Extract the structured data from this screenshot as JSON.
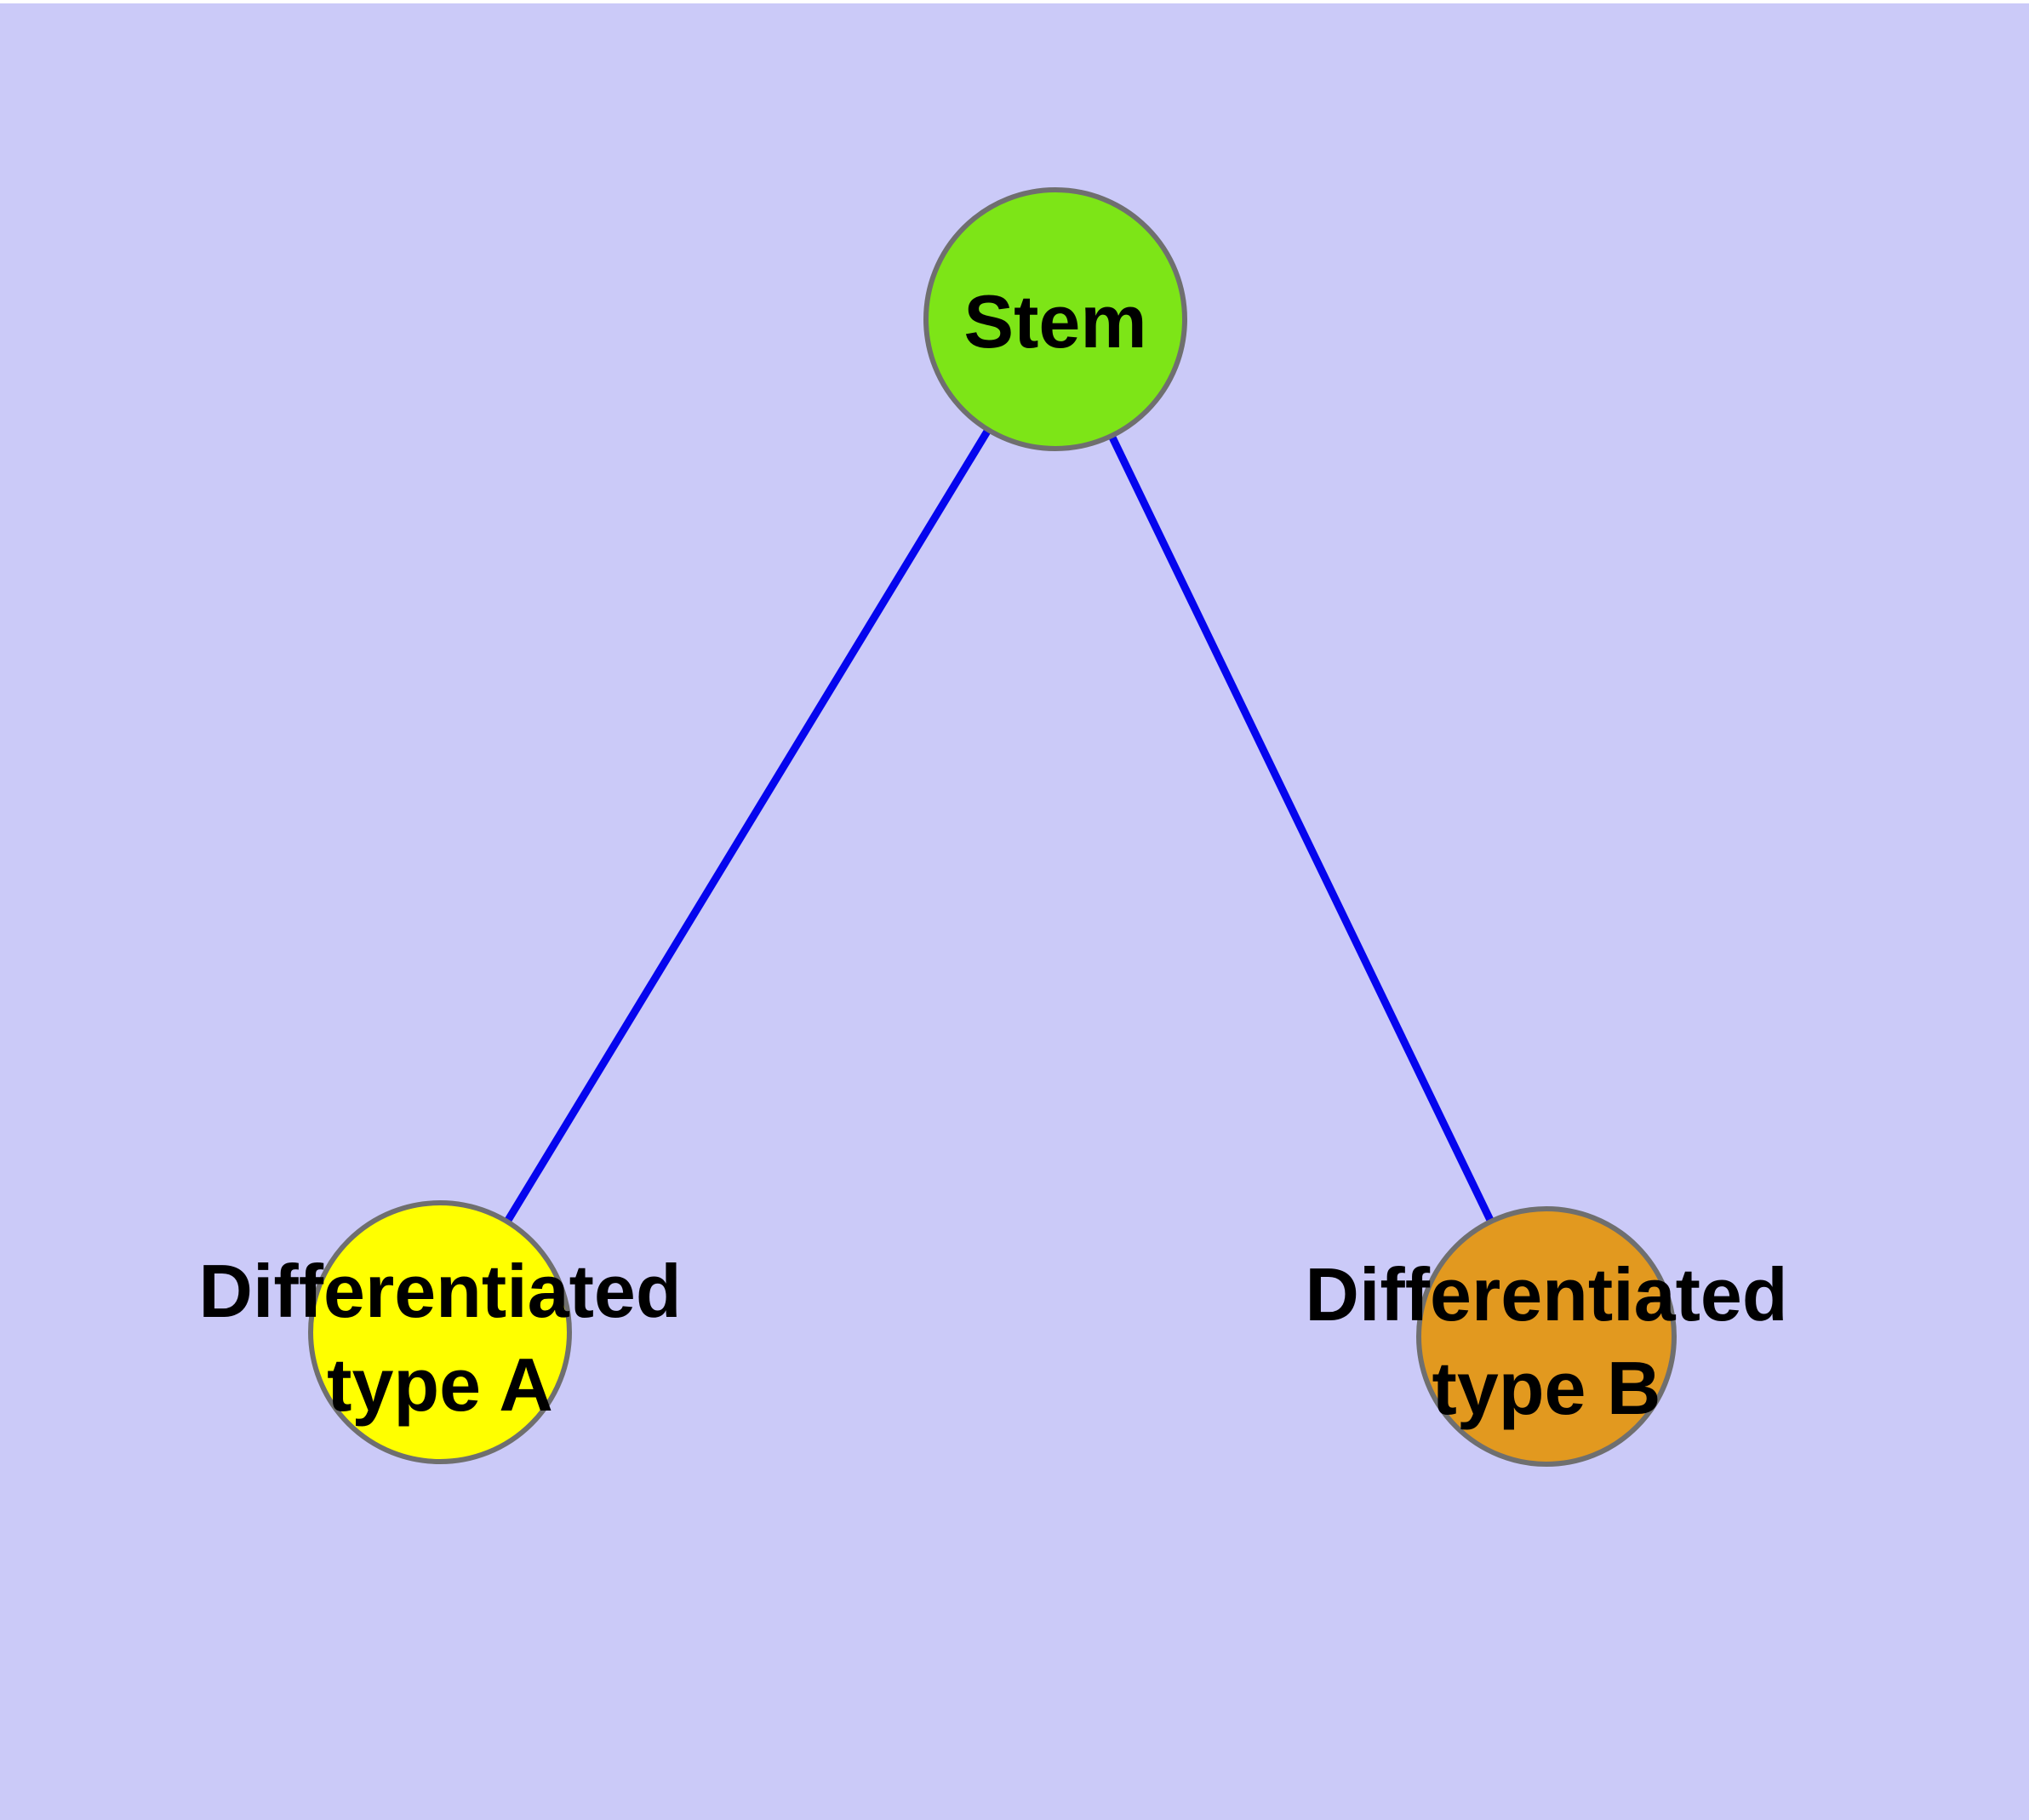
{
  "diagram": {
    "type": "node-link-graph",
    "background_color": "#CBCAF8",
    "top_strip_color": "#FFFFFF",
    "edge_color": "#0505EE",
    "node_border_color": "#6F6F6F",
    "label_color": "#000000",
    "nodes": [
      {
        "id": "stem",
        "label": "Stem",
        "fill": "#7DE517"
      },
      {
        "id": "differentiated-type-a",
        "label": "Differentiated\ntype A",
        "fill": "#FFFF00"
      },
      {
        "id": "differentiated-type-b",
        "label": "Differentiated\ntype B",
        "fill": "#E2991F"
      }
    ],
    "edges": [
      {
        "from": "Stem",
        "to": "Differentiated type A"
      },
      {
        "from": "Stem",
        "to": "Differentiated type B"
      }
    ]
  }
}
